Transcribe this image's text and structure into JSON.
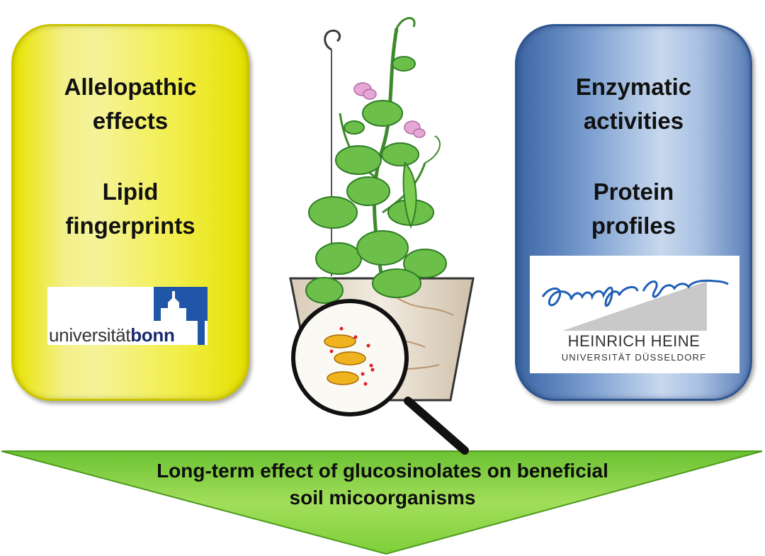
{
  "left_panel": {
    "line1": "Allelopathic\neffects",
    "line2": "Lipid\nfingerprints",
    "logo_text_regular": "universität",
    "logo_text_bold": "bonn"
  },
  "right_panel": {
    "line1": "Enzymatic\nactivities",
    "line2": "Protein\nprofiles",
    "logo_name": "HEINRICH HEINE",
    "logo_sub": "UNIVERSITÄT DÜSSELDORF"
  },
  "bottom_banner": {
    "text": "Long-term effect of glucosinolates on beneficial\nsoil micoorganisms"
  },
  "colors": {
    "yellow_panel": "#f0ec3a",
    "blue_panel": "#6f93c8",
    "banner_green": "#86d23c",
    "leaf_green": "#6cc04a",
    "flower_pink": "#e7a7d6",
    "hhu_blue": "#1f5fb5",
    "bonn_blue": "#1f56a8"
  }
}
